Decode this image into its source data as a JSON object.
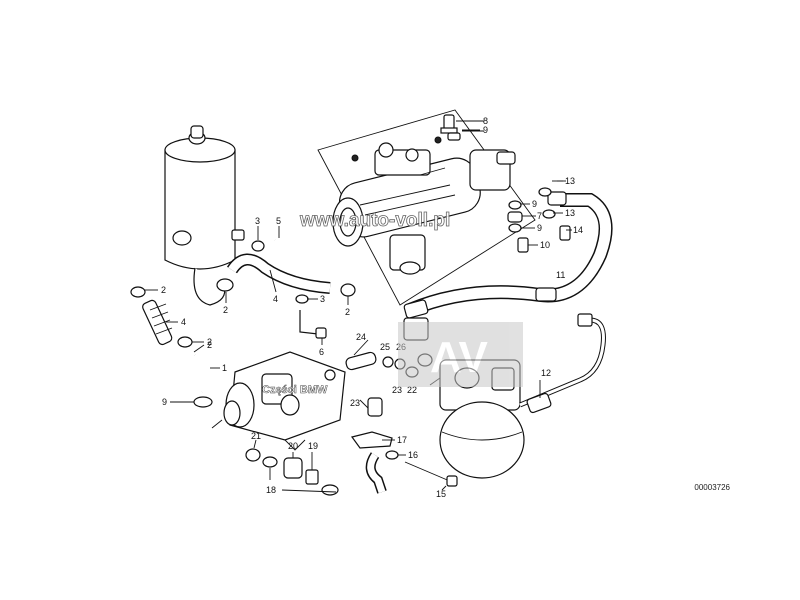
{
  "diagram": {
    "callouts": [
      "8",
      "9",
      "13",
      "13",
      "9",
      "7",
      "14",
      "9",
      "10",
      "11",
      "3",
      "5",
      "2",
      "2",
      "4",
      "3",
      "2",
      "4",
      "2",
      "6",
      "24",
      "25",
      "26",
      "1",
      "2",
      "9",
      "12",
      "23",
      "23",
      "22",
      "21",
      "17",
      "16",
      "20",
      "19",
      "18",
      "15"
    ],
    "watermark": "www.auto-voll.pl",
    "watermark_secondary": "Części BMW",
    "watermark_logo": "AV",
    "drawing_number": "00003726"
  }
}
